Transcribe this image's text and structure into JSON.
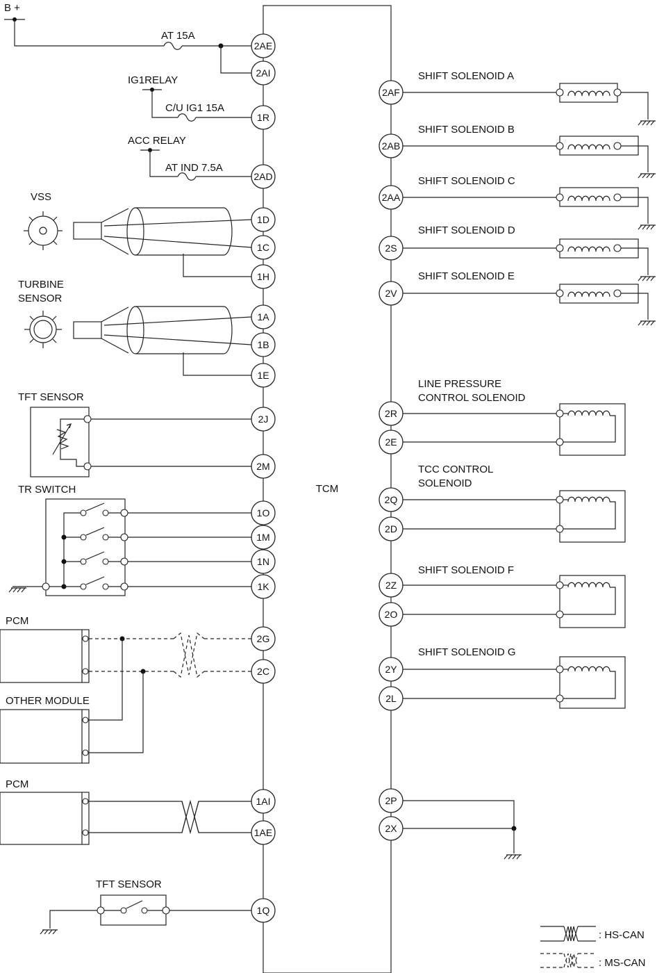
{
  "labels": {
    "b_plus": "B +",
    "at_15a": "AT 15A",
    "ig1_relay": "IG1RELAY",
    "cu_ig1_15a": "C/U IG1 15A",
    "acc_relay": "ACC RELAY",
    "at_ind_7_5a": "AT IND 7.5A",
    "vss": "VSS",
    "turbine_sensor_1": "TURBINE",
    "turbine_sensor_2": "SENSOR",
    "tft_sensor_top": "TFT SENSOR",
    "tr_switch": "TR SWITCH",
    "pcm_ms": "PCM",
    "other_module": "OTHER MODULE",
    "pcm_hs": "PCM",
    "tft_sensor_bottom": "TFT SENSOR",
    "tcm": "TCM",
    "shift_solenoid_a": "SHIFT SOLENOID A",
    "shift_solenoid_b": "SHIFT SOLENOID B",
    "shift_solenoid_c": "SHIFT SOLENOID C",
    "shift_solenoid_d": "SHIFT SOLENOID D",
    "shift_solenoid_e": "SHIFT SOLENOID E",
    "lpc_1": "LINE PRESSURE",
    "lpc_2": "CONTROL SOLENOID",
    "tcc_1": "TCC CONTROL",
    "tcc_2": "SOLENOID",
    "shift_solenoid_f": "SHIFT SOLENOID F",
    "shift_solenoid_g": "SHIFT SOLENOID G",
    "legend_hs": ": HS-CAN",
    "legend_ms": ": MS-CAN"
  },
  "pins_left": {
    "p2AE": "2AE",
    "p2AI": "2AI",
    "p1R": "1R",
    "p2AD": "2AD",
    "p1D": "1D",
    "p1C": "1C",
    "p1H": "1H",
    "p1A": "1A",
    "p1B": "1B",
    "p1E": "1E",
    "p2J": "2J",
    "p2M": "2M",
    "p1O": "1O",
    "p1M": "1M",
    "p1N": "1N",
    "p1K": "1K",
    "p2G": "2G",
    "p2C": "2C",
    "p1AI": "1AI",
    "p1AE": "1AE",
    "p1Q": "1Q"
  },
  "pins_right": {
    "p2AF": "2AF",
    "p2AB": "2AB",
    "p2AA": "2AA",
    "p2S": "2S",
    "p2V": "2V",
    "p2R": "2R",
    "p2E": "2E",
    "p2Q": "2Q",
    "p2D": "2D",
    "p2Z": "2Z",
    "p2O": "2O",
    "p2Y": "2Y",
    "p2L": "2L",
    "p2P": "2P",
    "p2X": "2X"
  }
}
